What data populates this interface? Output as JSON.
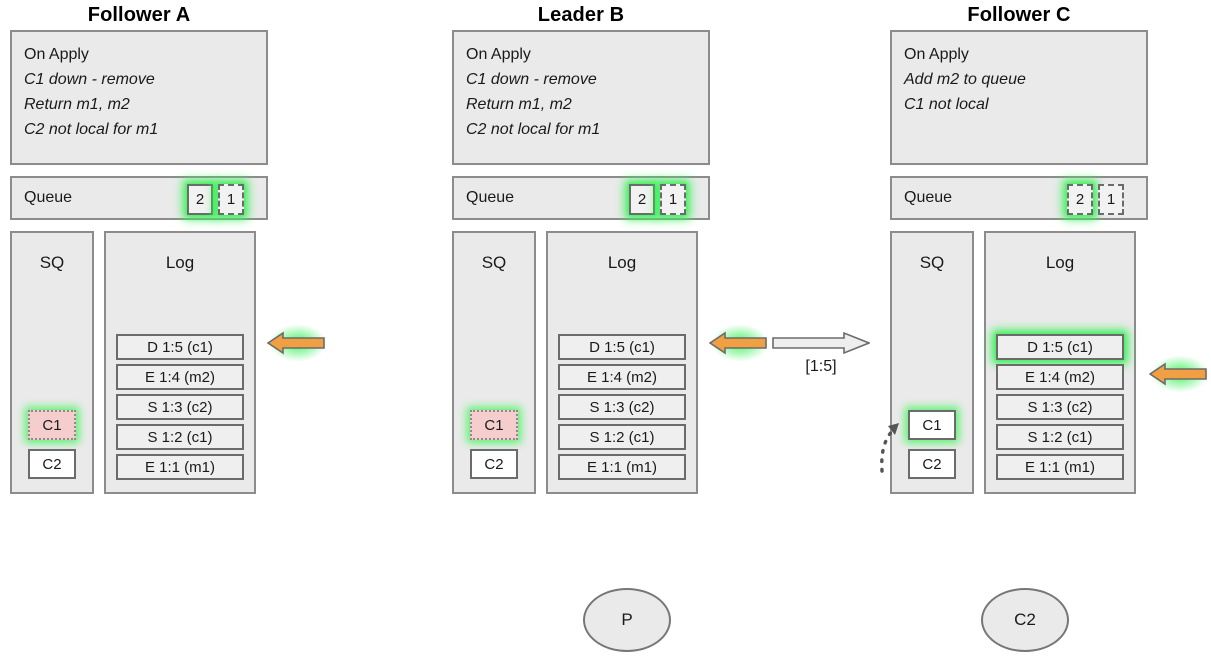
{
  "diagram": {
    "title_hidden": "Raft replication state across three nodes",
    "columns": [
      {
        "id": "follower-a",
        "title": "Follower A",
        "apply": {
          "header": "On Apply",
          "lines": [
            "C1 down - remove",
            "Return m1, m2",
            "C2 not local for m1"
          ]
        },
        "queue": {
          "label": "Queue",
          "slots": [
            {
              "value": "2",
              "style": "solid",
              "highlighted": true
            },
            {
              "value": "1",
              "style": "dashed",
              "highlighted": true
            }
          ]
        },
        "sq": {
          "header": "SQ",
          "items": [
            {
              "value": "C1",
              "fill": "pink",
              "border": "dotted",
              "highlighted": true
            },
            {
              "value": "C2",
              "fill": "white",
              "border": "solid",
              "highlighted": false
            }
          ]
        },
        "log": {
          "header": "Log",
          "entries": [
            {
              "value": "D 1:5 (c1)",
              "highlighted": false
            },
            {
              "value": "E 1:4 (m2)",
              "highlighted": false
            },
            {
              "value": "S 1:3 (c2)",
              "highlighted": false
            },
            {
              "value": "S 1:2 (c1)",
              "highlighted": false
            },
            {
              "value": "E 1:1 (m1)",
              "highlighted": false
            }
          ]
        },
        "pointer": {
          "type": "orange-left-arrow",
          "target": "D 1:5 (c1)",
          "highlighted": true
        }
      },
      {
        "id": "leader-b",
        "title": "Leader B",
        "apply": {
          "header": "On Apply",
          "lines": [
            "C1 down - remove",
            "Return m1, m2",
            "C2 not local for m1"
          ]
        },
        "queue": {
          "label": "Queue",
          "slots": [
            {
              "value": "2",
              "style": "solid",
              "highlighted": true
            },
            {
              "value": "1",
              "style": "dashed",
              "highlighted": true
            }
          ]
        },
        "sq": {
          "header": "SQ",
          "items": [
            {
              "value": "C1",
              "fill": "pink",
              "border": "dotted",
              "highlighted": true
            },
            {
              "value": "C2",
              "fill": "white",
              "border": "solid",
              "highlighted": false
            }
          ]
        },
        "log": {
          "header": "Log",
          "entries": [
            {
              "value": "D 1:5 (c1)",
              "highlighted": false
            },
            {
              "value": "E 1:4 (m2)",
              "highlighted": false
            },
            {
              "value": "S 1:3 (c2)",
              "highlighted": false
            },
            {
              "value": "S 1:2 (c1)",
              "highlighted": false
            },
            {
              "value": "E 1:1 (m1)",
              "highlighted": false
            }
          ]
        },
        "pointer": {
          "type": "orange-left-arrow",
          "target": "D 1:5 (c1)",
          "highlighted": true
        }
      },
      {
        "id": "follower-c",
        "title": "Follower C",
        "apply": {
          "header": "On Apply",
          "lines": [
            "Add m2 to queue",
            "C1 not local"
          ]
        },
        "queue": {
          "label": "Queue",
          "slots": [
            {
              "value": "2",
              "style": "dashed",
              "highlighted": true
            },
            {
              "value": "1",
              "style": "dashed",
              "highlighted": false
            }
          ]
        },
        "sq": {
          "header": "SQ",
          "items": [
            {
              "value": "C1",
              "fill": "white",
              "border": "solid",
              "highlighted": true
            },
            {
              "value": "C2",
              "fill": "white",
              "border": "solid",
              "highlighted": false
            }
          ]
        },
        "log": {
          "header": "Log",
          "entries": [
            {
              "value": "D 1:5 (c1)",
              "highlighted": true
            },
            {
              "value": "E 1:4 (m2)",
              "highlighted": false
            },
            {
              "value": "S 1:3 (c2)",
              "highlighted": false
            },
            {
              "value": "S 1:2 (c1)",
              "highlighted": false
            },
            {
              "value": "E 1:1 (m1)",
              "highlighted": false
            }
          ]
        },
        "pointer": {
          "type": "orange-left-arrow",
          "target": "E 1:4 (m2)",
          "highlighted": true
        }
      }
    ],
    "replication": {
      "label": "[1:5]",
      "direction": "right",
      "from": "leader-b",
      "to": "follower-c"
    },
    "clients": [
      {
        "id": "client-p",
        "label": "P"
      },
      {
        "id": "client-c2",
        "label": "C2"
      }
    ],
    "colors": {
      "arrow_orange": "#f0a043",
      "glow_green": "#3cf05a",
      "panel_fill": "#eaeaea",
      "panel_border": "#8c8c8c",
      "sq_pink": "#f5cdcd",
      "log_fill": "#efefef",
      "text": "#1a1a1a"
    }
  }
}
